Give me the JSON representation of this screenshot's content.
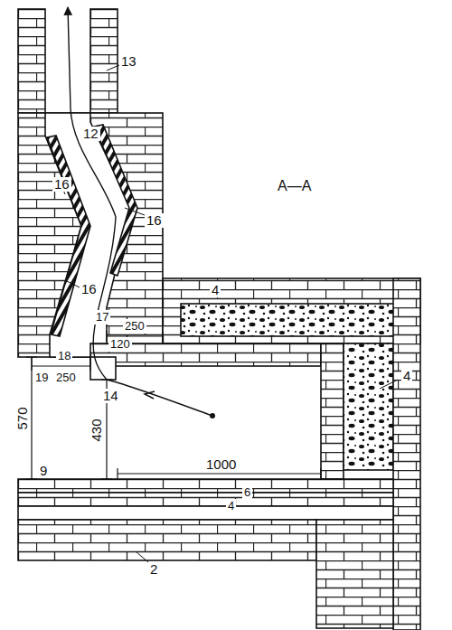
{
  "diagram": {
    "labels": [
      "13",
      "12",
      "16",
      "16",
      "A—A",
      "4",
      "16",
      "17",
      "250",
      "120",
      "18",
      "19",
      "250",
      "14",
      "570",
      "430",
      "4",
      "1000",
      "9",
      "6",
      "4",
      "2"
    ]
  }
}
